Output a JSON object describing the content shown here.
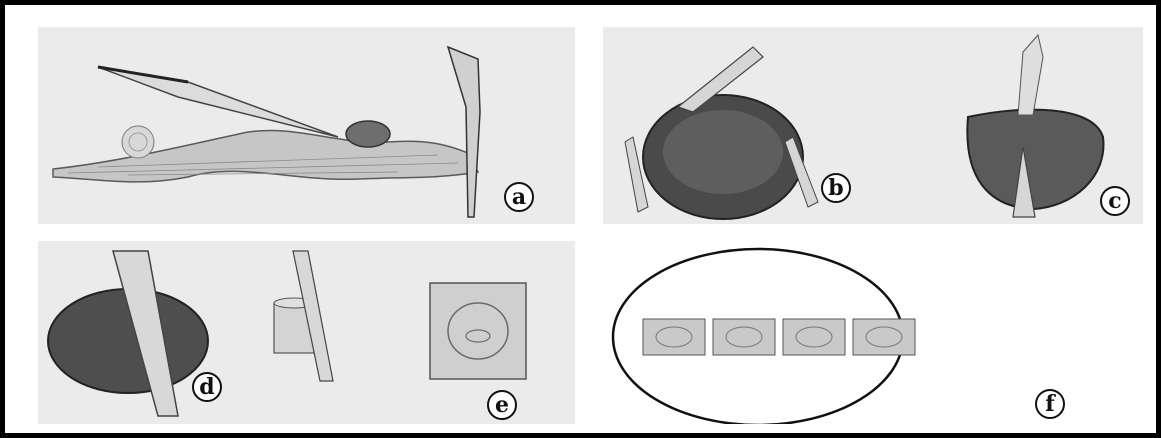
{
  "figure": {
    "panels": [
      {
        "id": "a",
        "label": "a"
      },
      {
        "id": "b",
        "label": "b"
      },
      {
        "id": "c",
        "label": "c"
      },
      {
        "id": "d",
        "label": "d"
      },
      {
        "id": "e",
        "label": "e"
      },
      {
        "id": "f",
        "label": "f"
      }
    ]
  }
}
